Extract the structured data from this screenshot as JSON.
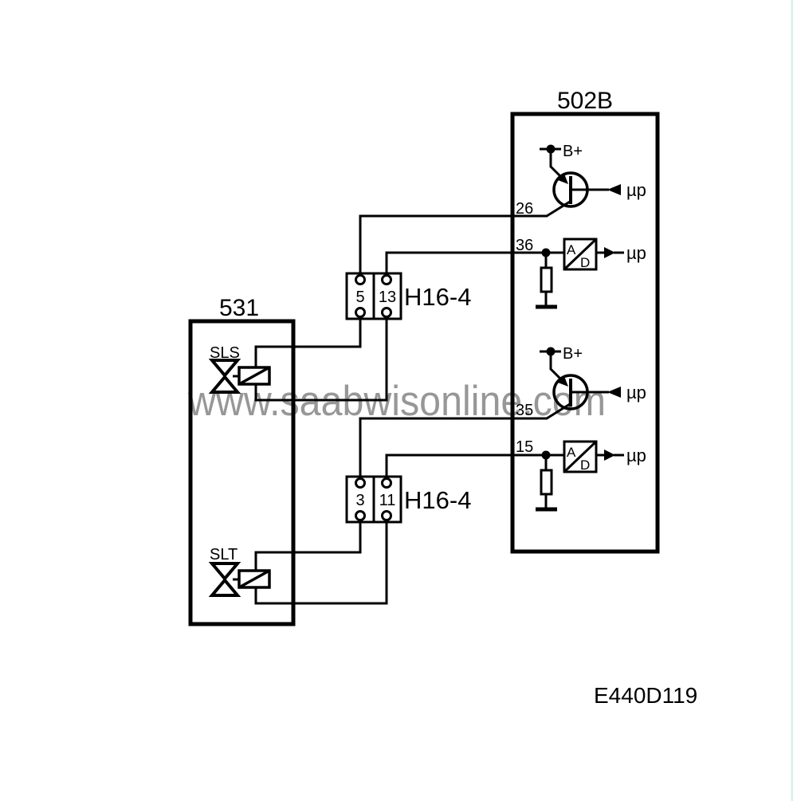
{
  "colors": {
    "line": "#000000",
    "watermark": "#8f8f8f",
    "edge_line": "#d9efec",
    "background": "#ffffff"
  },
  "watermark": {
    "text": "www.saabwisonline.com"
  },
  "figure_id": "E440D119",
  "ecu": {
    "label": "502B",
    "power_label": "B+",
    "micro_label": "µp",
    "adc_a_label": "A",
    "adc_d_label": "D",
    "pin_26": "26",
    "pin_36": "36",
    "pin_35": "35",
    "pin_15": "15"
  },
  "valve_unit": {
    "label": "531",
    "sls_label": "SLS",
    "slt_label": "SLT"
  },
  "connector": {
    "label": "H16-4",
    "block1": {
      "pin_left": "5",
      "pin_right": "13"
    },
    "block2": {
      "pin_left": "3",
      "pin_right": "11"
    }
  }
}
